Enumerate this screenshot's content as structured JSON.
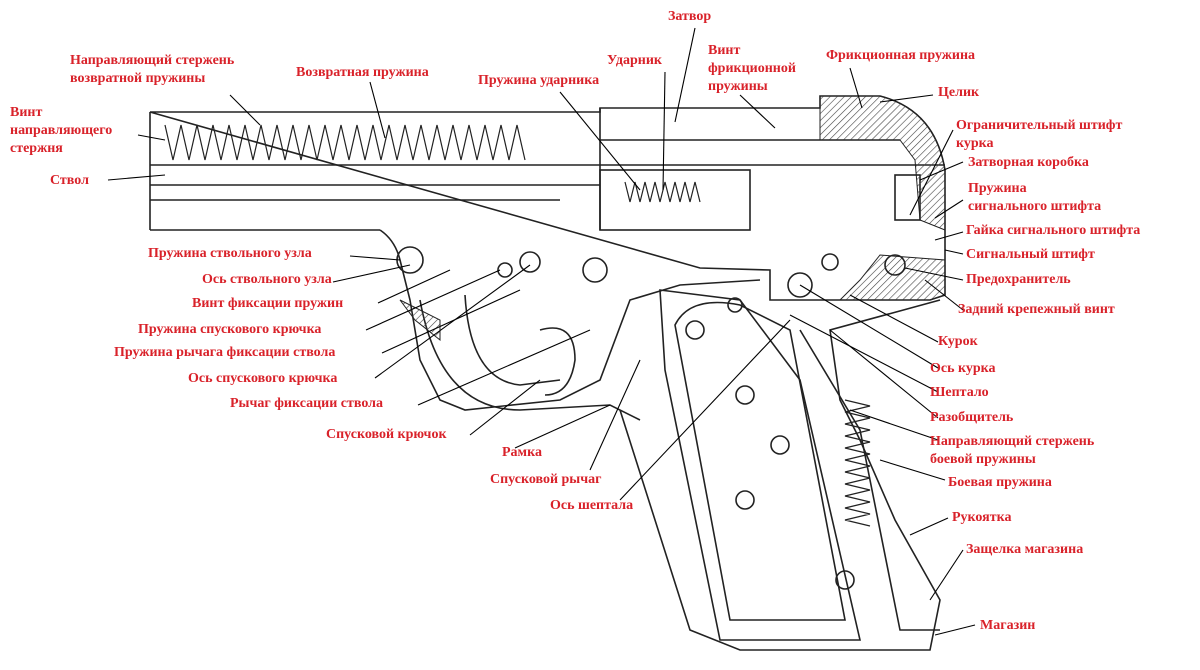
{
  "labels": {
    "zatvor": "Затвор",
    "napravl_sterzhen_1": "Направляющий стержень",
    "napravl_sterzhen_2": "возвратной пружины",
    "vozvratnaya": "Возвратная пружина",
    "udarnik": "Ударник",
    "vint_frik_1": "Винт",
    "vint_frik_2": "фрикционной",
    "vint_frik_3": "пружины",
    "frik_pruzhina": "Фрикционная пружина",
    "vint_napr_1": "Винт",
    "vint_napr_2": "направляющего",
    "vint_napr_3": "стержня",
    "pruzhina_udarnika": "Пружина ударника",
    "tselik": "Целик",
    "ogr_shtift_1": "Ограничительный штифт",
    "ogr_shtift_2": "курка",
    "zatvornaya_korobka": "Затворная коробка",
    "stvol": "Ствол",
    "pruzhina_sign_1": "Пружина",
    "pruzhina_sign_2": "сигнального штифта",
    "gaika_sign": "Гайка сигнального штифта",
    "pruzhina_stv_uzla": "Пружина ствольного узла",
    "signalny_shtift": "Сигнальный штифт",
    "os_stv_uzla": "Ось ствольного узла",
    "predohranitel": "Предохранитель",
    "vint_fiks": "Винт фиксации пружин",
    "zadniy_vint": "Задний крепежный винт",
    "pruzhina_spusk_kr": "Пружина спускового крючка",
    "kurok": "Курок",
    "pruzhina_rychaga": "Пружина рычага фиксации ствола",
    "os_kurka": "Ось курка",
    "os_spusk_kr": "Ось спускового крючка",
    "sheptalo": "Шептало",
    "rychag_fiks": "Рычаг фиксации ствола",
    "razobshchitel": "Разобщитель",
    "spuskovoy_kryuchok": "Спусковой крючок",
    "napr_boevoy_1": "Направляющий стержень",
    "napr_boevoy_2": "боевой пружины",
    "ramka": "Рамка",
    "boevaya": "Боевая пружина",
    "spuskovoy_rychag": "Спусковой рычаг",
    "os_sheptala": "Ось шептала",
    "rukoyatka": "Рукоятка",
    "zashchelka": "Защелка магазина",
    "magazin": "Магазин"
  },
  "colors": {
    "label": "#d9222a",
    "line": "#000000",
    "drawing": "#222222",
    "hatch": "#444444"
  }
}
